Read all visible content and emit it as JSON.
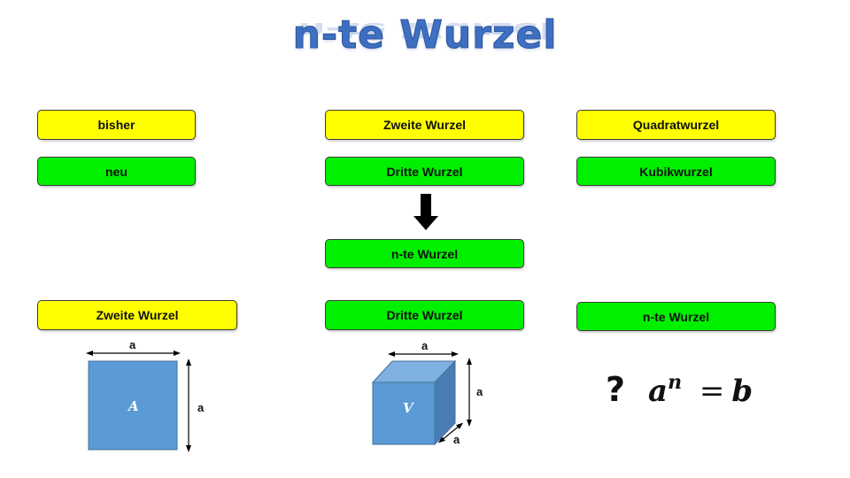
{
  "title": "n-te Wurzel",
  "row1": {
    "left": "bisher",
    "mid": "Zweite Wurzel",
    "right": "Quadratwurzel"
  },
  "row2": {
    "left": "neu",
    "mid": "Dritte Wurzel",
    "right": "Kubikwurzel"
  },
  "center_result": "n-te Wurzel",
  "bottom": {
    "left": "Zweite Wurzel",
    "mid": "Dritte Wurzel",
    "right": "n-te Wurzel"
  },
  "square": {
    "area_label": "A",
    "side_top": "a",
    "side_right": "a"
  },
  "cube": {
    "volume_label": "V",
    "side_top": "a",
    "side_right": "a",
    "side_depth": "a"
  },
  "formula": {
    "question": "?",
    "base": "a",
    "exponent": "n",
    "equals": "=",
    "result": "b"
  },
  "colors": {
    "yellow": "#ffff00",
    "green": "#00f000",
    "shape_blue": "#5b9bd5",
    "title_blue": "#3e6fc1"
  }
}
